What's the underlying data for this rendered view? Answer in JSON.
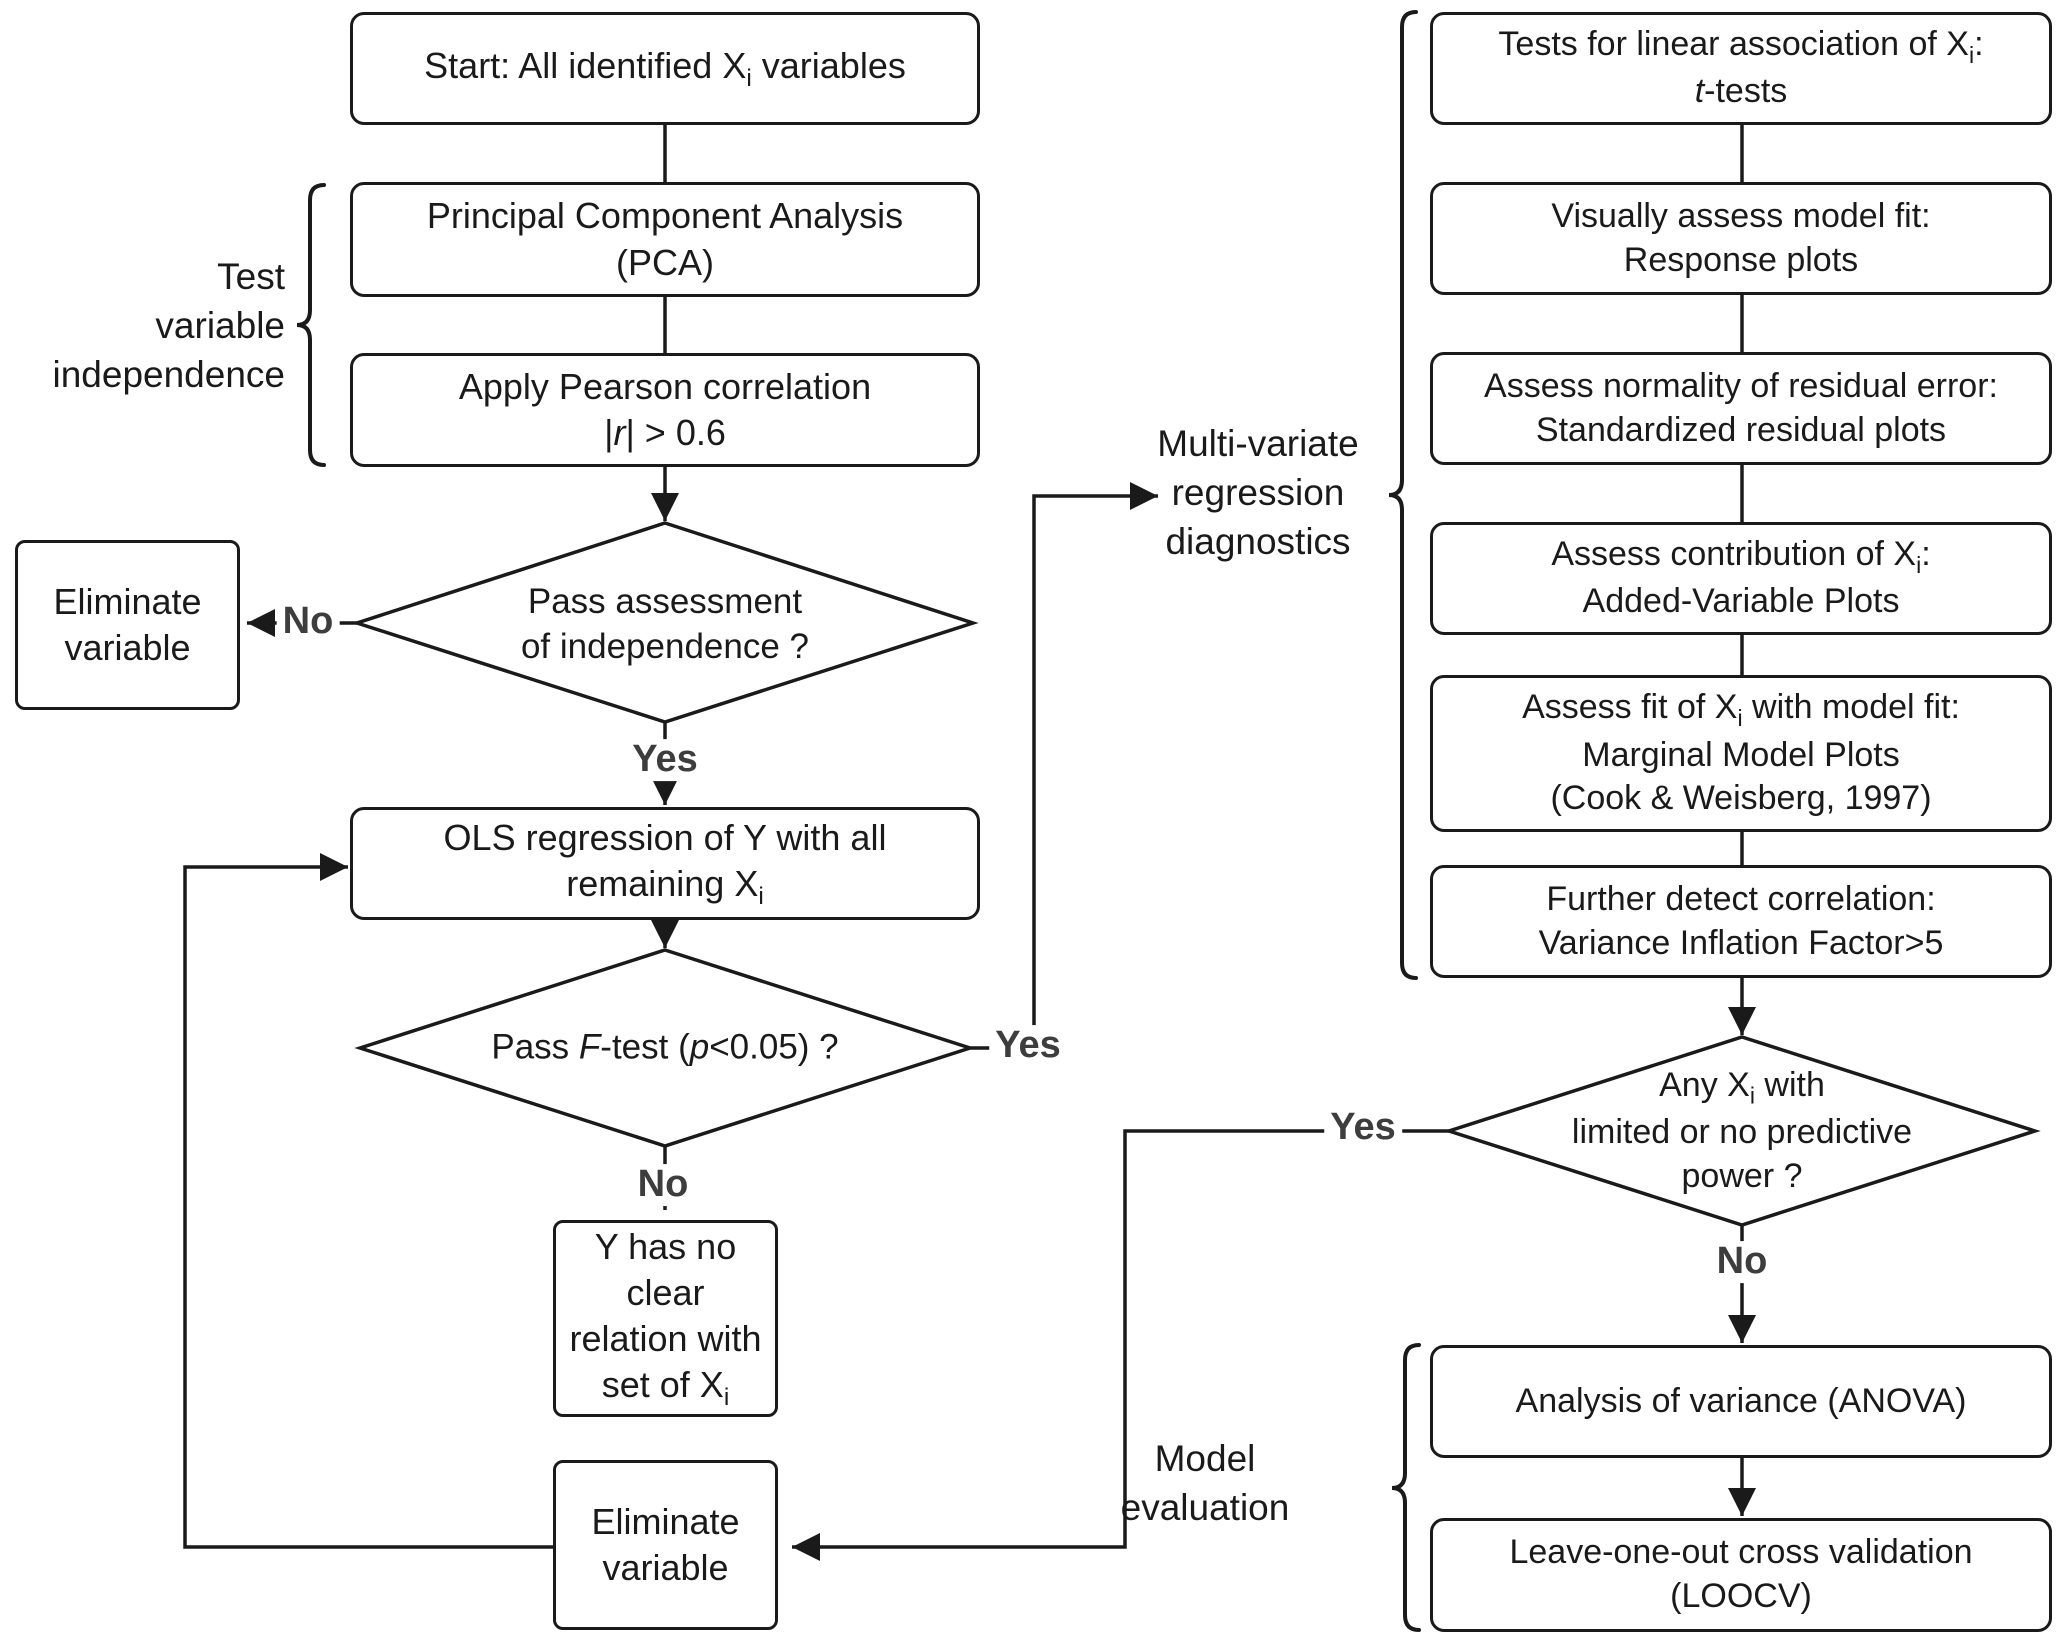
{
  "colors": {
    "line": "#1a1a1a",
    "branch_label": "#3d3d3d",
    "background": "#ffffff"
  },
  "nodes": {
    "start": [
      {
        "t": "Start: All identified X"
      },
      {
        "t": "i",
        "s": true
      },
      {
        "t": " variables"
      }
    ],
    "pca": "Principal Component Analysis\n(PCA)",
    "pearson": [
      {
        "t": "Apply Pearson correlation\n|"
      },
      {
        "t": "r",
        "i": true
      },
      {
        "t": "| > 0.6"
      }
    ],
    "independence_decision": "Pass assessment\nof independence ?",
    "eliminate_variable_left": "Eliminate\nvariable",
    "ols": [
      {
        "t": "OLS regression of Y with all\nremaining X"
      },
      {
        "t": "i",
        "s": true
      }
    ],
    "f_test_decision": [
      {
        "t": "Pass "
      },
      {
        "t": "F",
        "i": true
      },
      {
        "t": "-test ("
      },
      {
        "t": "p",
        "i": true
      },
      {
        "t": "<0.05) ?"
      }
    ],
    "no_relation": [
      {
        "t": "Y has no\nclear\nrelation with\nset of X"
      },
      {
        "t": "i",
        "s": true
      }
    ],
    "eliminate_variable_bottom": "Eliminate\nvariable",
    "diag_t_tests": [
      {
        "t": "Tests for linear association of X"
      },
      {
        "t": "i",
        "s": true
      },
      {
        "t": ":\n"
      },
      {
        "t": "t",
        "i": true
      },
      {
        "t": "-tests"
      }
    ],
    "diag_response_plots": "Visually assess model fit:\nResponse plots",
    "diag_residual_plots": "Assess normality of residual error:\nStandardized residual plots",
    "diag_added_variable": [
      {
        "t": "Assess contribution of X"
      },
      {
        "t": "i",
        "s": true
      },
      {
        "t": ":\nAdded-Variable Plots"
      }
    ],
    "diag_marginal_model": [
      {
        "t": "Assess fit of X"
      },
      {
        "t": "i",
        "s": true
      },
      {
        "t": " with model fit:\nMarginal Model Plots\n(Cook & Weisberg, 1997)"
      }
    ],
    "diag_vif": "Further detect correlation:\nVariance Inflation Factor>5",
    "predictive_power_decision": [
      {
        "t": "Any X"
      },
      {
        "t": "i",
        "s": true
      },
      {
        "t": " with\nlimited or no predictive\npower ?"
      }
    ],
    "anova": "Analysis of variance (ANOVA)",
    "loocv": "Leave-one-out cross validation\n(LOOCV)"
  },
  "group_labels": {
    "test_variable_independence": "Test\nvariable\nindependence",
    "multivariate_regression_diagnostics": "Multi-variate\nregression\ndiagnostics",
    "model_evaluation": "Model\nevaluation"
  },
  "branch_labels": {
    "independence_no": "No",
    "independence_yes": "Yes",
    "f_test_yes": "Yes",
    "f_test_no": "No",
    "predictive_yes": "Yes",
    "predictive_no": "No"
  }
}
